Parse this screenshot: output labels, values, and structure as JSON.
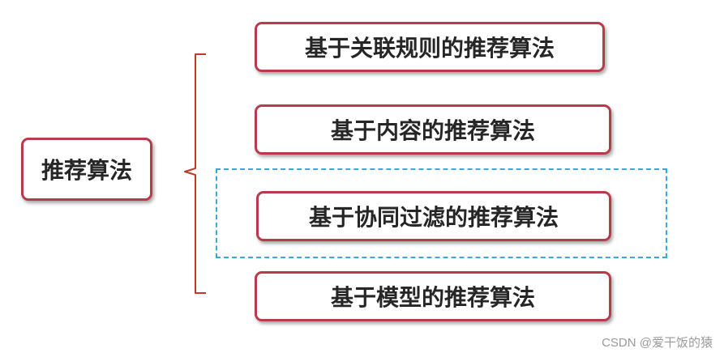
{
  "root": {
    "label": "推荐算法"
  },
  "children": [
    {
      "label": "基于关联规则的推荐算法"
    },
    {
      "label": "基于内容的推荐算法"
    },
    {
      "label": "基于协同过滤的推荐算法"
    },
    {
      "label": "基于模型的推荐算法"
    }
  ],
  "watermark": "CSDN @爱干饭的猿",
  "colors": {
    "box_border": "#b83a4b",
    "bracket": "#c0392b",
    "highlight": "#3fa7d6"
  }
}
